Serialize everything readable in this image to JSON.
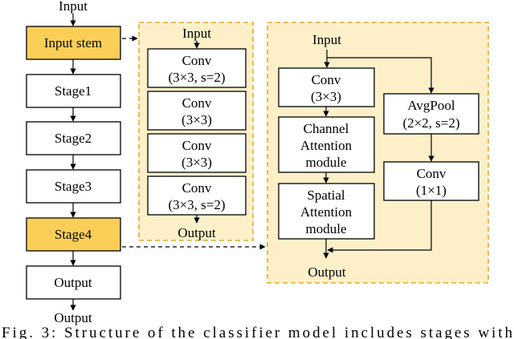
{
  "backbone": {
    "input": "Input",
    "input_stem": "Input stem",
    "stage1": "Stage1",
    "stage2": "Stage2",
    "stage3": "Stage3",
    "stage4": "Stage4",
    "output_box": "Output",
    "output": "Output"
  },
  "stem_panel": {
    "input": "Input",
    "output": "Output",
    "convs": [
      {
        "name": "Conv",
        "param": "(3×3, s=2)"
      },
      {
        "name": "Conv",
        "param": "(3×3)"
      },
      {
        "name": "Conv",
        "param": "(3×3)"
      },
      {
        "name": "Conv",
        "param": "(3×3, s=2)"
      }
    ]
  },
  "stage_panel": {
    "input": "Input",
    "output": "Output",
    "conv": {
      "name": "Conv",
      "param": "(3×3)"
    },
    "channel_attention": [
      "Channel",
      "Attention",
      "module"
    ],
    "spatial_attention": [
      "Spatial",
      "Attention",
      "module"
    ],
    "avgpool": {
      "name": "AvgPool",
      "param": "(2×2, s=2)"
    },
    "conv_shortcut": {
      "name": "Conv",
      "param": "(1×1)"
    }
  },
  "caption": "Fig. 3: Structure of the classifier model includes stages with"
}
